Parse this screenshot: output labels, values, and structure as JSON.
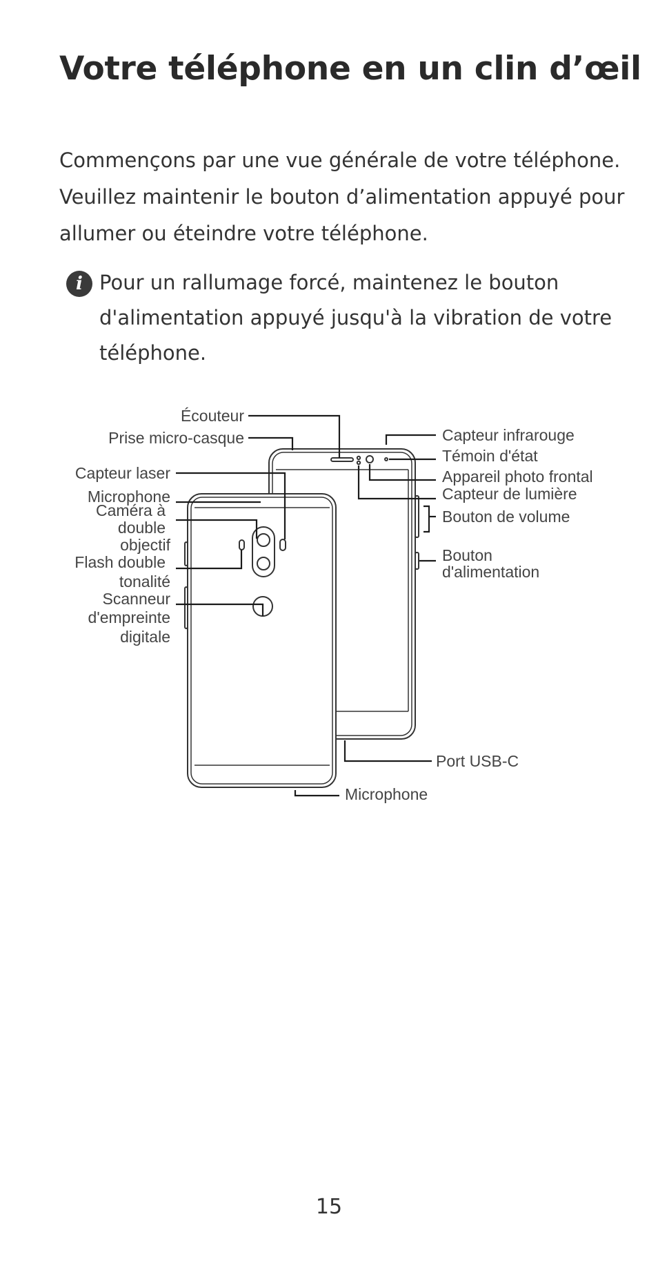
{
  "title": "Votre téléphone en un clin d’œil",
  "intro_line1": "Commençons par une vue générale de votre téléphone.",
  "intro_line2": "Veuillez maintenir le bouton d’alimentation appuyé pour allumer ou éteindre votre téléphone.",
  "note": {
    "icon": "info-icon",
    "icon_glyph": "i",
    "text": "Pour un rallumage forcé, maintenez le bouton d'alimentation appuyé jusqu'à la vibration de votre téléphone."
  },
  "diagram": {
    "labels": {
      "earpiece": "Écouteur",
      "headset_jack": "Prise micro-casque",
      "laser_sensor": "Capteur laser",
      "microphone_top": "Microphone",
      "dual_camera_1": "Caméra à",
      "dual_camera_2": "double",
      "dual_camera_3": "objectif",
      "flash_1": "Flash double",
      "flash_2": "tonalité",
      "fingerprint_1": "Scanneur",
      "fingerprint_2": "d'empreinte",
      "fingerprint_3": "digitale",
      "infrared_sensor": "Capteur infrarouge",
      "status_indicator": "Témoin d'état",
      "front_camera": "Appareil photo frontal",
      "light_sensor": "Capteur de lumière",
      "volume_button": "Bouton de volume",
      "power_button_1": "Bouton",
      "power_button_2": "d'alimentation",
      "usb_port": "Port USB-C",
      "microphone_bottom": "Microphone"
    }
  },
  "page_number": "15"
}
